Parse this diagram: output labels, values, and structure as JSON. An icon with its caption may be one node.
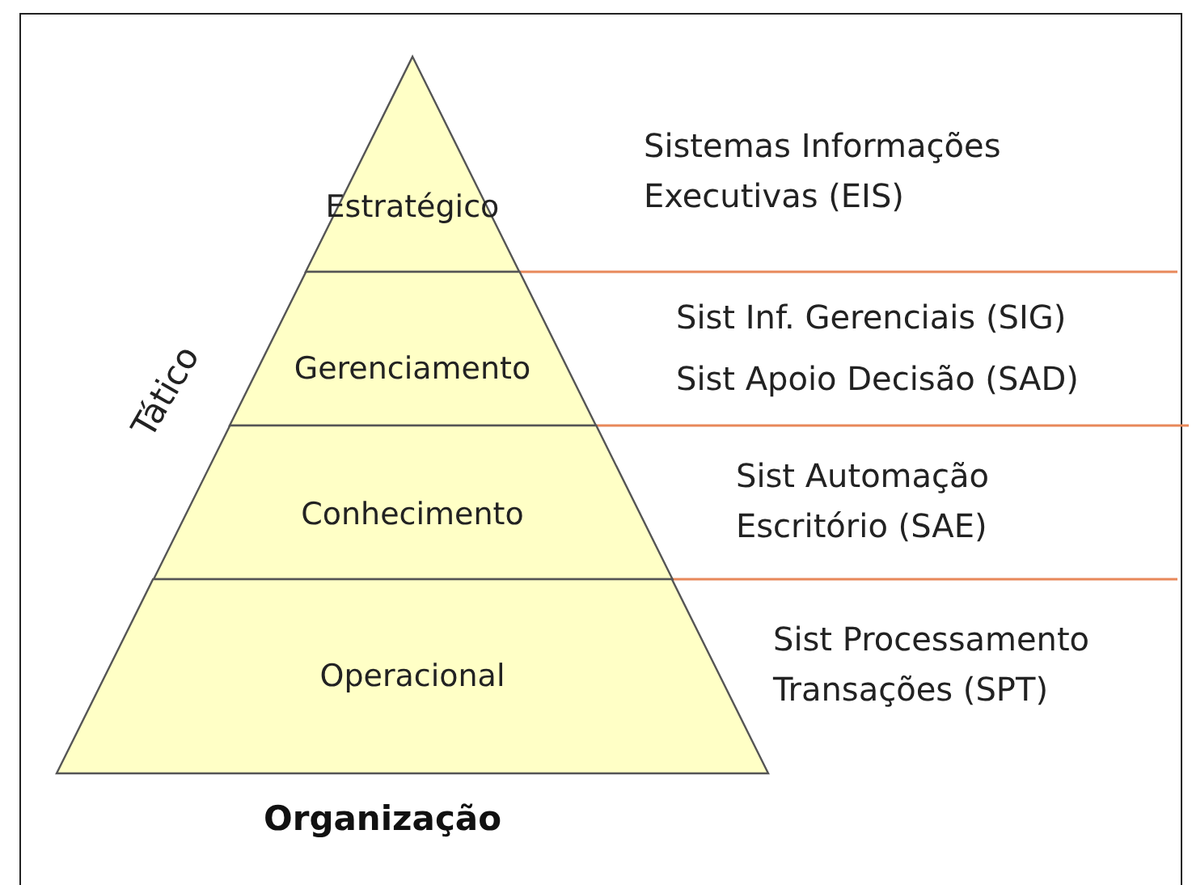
{
  "diagram": {
    "nodes": [
      {
        "text": [
          "Estratégico"
        ]
      },
      {
        "text": [
          "Gerenciamento"
        ]
      },
      {
        "text": [
          "Conhecimento"
        ]
      },
      {
        "text": [
          "Operacional"
        ]
      }
    ],
    "labels": [
      "Sistemas Informações Executivas (EIS)",
      "Sist Inf. Gerenciais (SIG)",
      "Sist Apoio Decisão (SAD)",
      "Tático",
      "Sist Automação Escritório (SAE)",
      "Sist Processamento Transações (SPT)",
      "Organização"
    ]
  }
}
